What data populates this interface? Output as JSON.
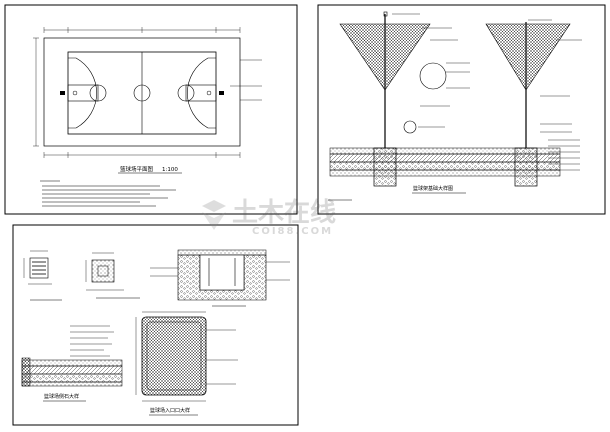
{
  "sheets": [
    {
      "id": "court-plan",
      "title": "篮球场平面图",
      "scale": "1:100"
    },
    {
      "id": "hoop-section",
      "title": "篮球架基础大样图",
      "scale": ""
    },
    {
      "id": "details",
      "titles": [
        "篮球场侧石大样",
        "篮球场入口口大样"
      ]
    }
  ],
  "watermark": {
    "text": "土木在线",
    "sub": "COI88.COM"
  }
}
